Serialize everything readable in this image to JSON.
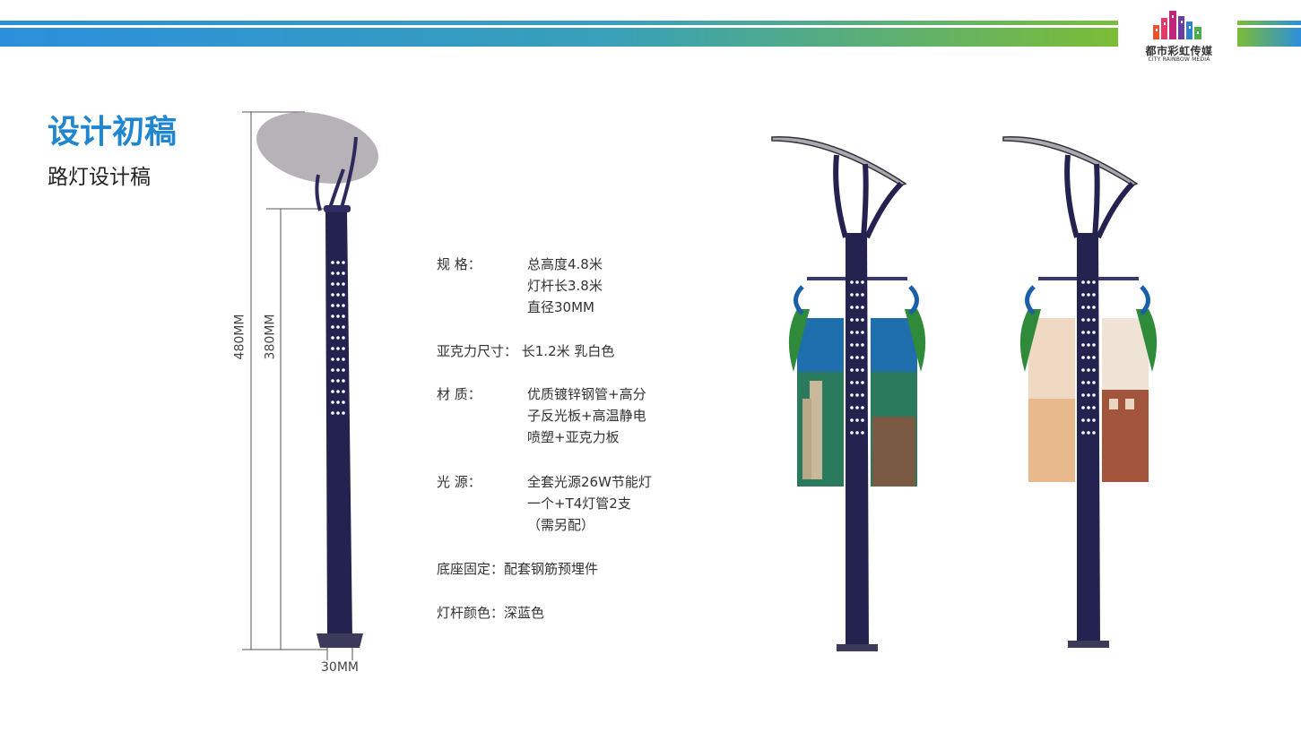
{
  "brand": {
    "name_cn": "都市彩虹传媒",
    "name_en": "CITY RAINBOW MEDIA"
  },
  "heading": {
    "title": "设计初稿",
    "subtitle": "路灯设计稿"
  },
  "dimensions": {
    "total_height": "480MM",
    "pole_height": "380MM",
    "diameter": "30MM"
  },
  "specs": {
    "spec_key": "规        格：",
    "spec_lines": [
      "总高度4.8米",
      "灯杆长3.8米",
      "直径30MM"
    ],
    "acrylic": "亚克力尺寸： 长1.2米 乳白色",
    "material_key": "材        质：",
    "material_lines": [
      "优质镀锌钢管+高分",
      "子反光板+高温静电",
      "喷塑+亚克力板"
    ],
    "light_key": "光        源：",
    "light_lines": [
      "全套光源26W节能灯",
      "一个+T4灯管2支",
      "（需另配）"
    ],
    "base": "底座固定：配套钢筋预埋件",
    "color": "灯杆颜色：深蓝色"
  },
  "colors": {
    "accent": "#1f86cf",
    "pole": "#24224f",
    "bar_start": "#2b8fdc",
    "bar_end": "#7cbc36"
  }
}
